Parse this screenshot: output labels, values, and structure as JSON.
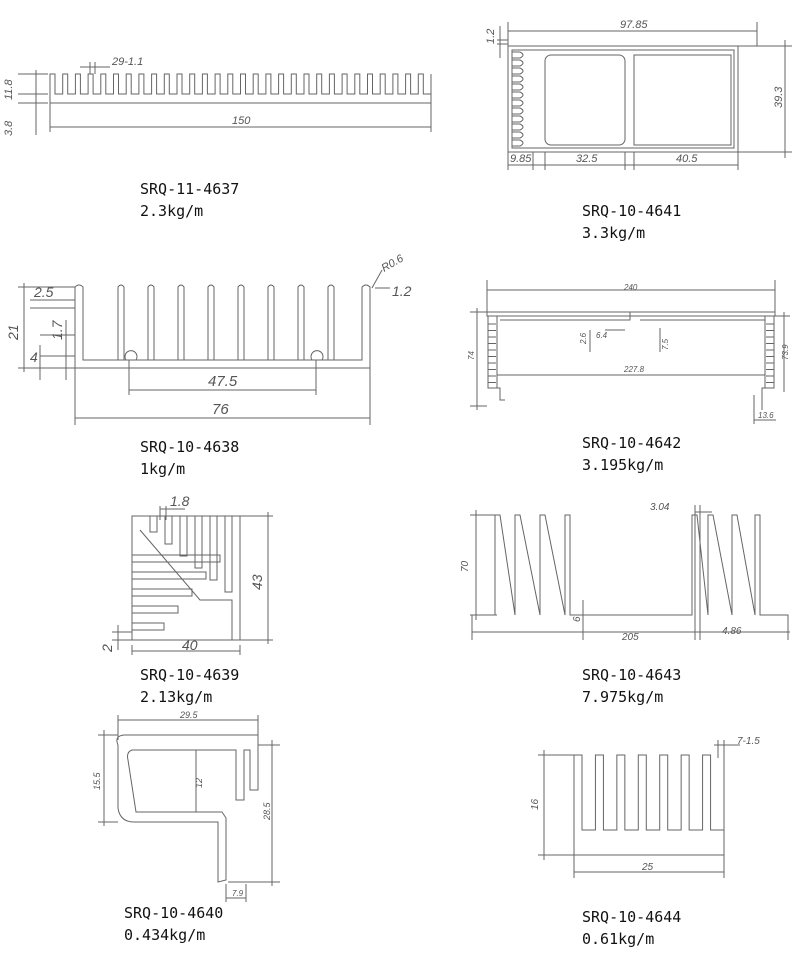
{
  "profiles": [
    {
      "code": "SRQ-11-4637",
      "weight": "2.3kg/m",
      "dims": {
        "pitch": "29-1.1",
        "fin_h": "11.8",
        "base": "3.8",
        "width": "150"
      }
    },
    {
      "code": "SRQ-10-4641",
      "weight": "3.3kg/m",
      "dims": {
        "t": "1.2",
        "width": "97.85",
        "height": "39.3",
        "left": "9.85",
        "mid": "32.5",
        "right": "40.5"
      }
    },
    {
      "code": "SRQ-10-4638",
      "weight": "1kg/m",
      "dims": {
        "r": "R0.6",
        "gap": "2.5",
        "t": "1.2",
        "h": "21",
        "fin_t": "1.7",
        "base": "4",
        "span": "47.5",
        "width": "76"
      }
    },
    {
      "code": "SRQ-10-4642",
      "weight": "3.195kg/m",
      "dims": {
        "width": "240",
        "a": "2.6",
        "b": "6.4",
        "c": "7.5",
        "h": "74",
        "inner": "227.8",
        "h2": "73.9",
        "d": "13.6"
      }
    },
    {
      "code": "SRQ-10-4639",
      "weight": "2.13kg/m",
      "dims": {
        "t": "1.8",
        "h": "43",
        "base": "2",
        "width": "40"
      }
    },
    {
      "code": "SRQ-10-4643",
      "weight": "7.975kg/m",
      "dims": {
        "fin": "3.04",
        "h": "70",
        "base": "6",
        "width": "205",
        "gap": "4.86"
      }
    },
    {
      "code": "SRQ-10-4640",
      "weight": "0.434kg/m",
      "dims": {
        "width": "29.5",
        "h1": "15.5",
        "h2": "12",
        "h3": "28.5",
        "w2": "7.9"
      }
    },
    {
      "code": "SRQ-10-4644",
      "weight": "0.61kg/m",
      "dims": {
        "fin": "7-1.5",
        "h": "16",
        "width": "25"
      }
    }
  ]
}
